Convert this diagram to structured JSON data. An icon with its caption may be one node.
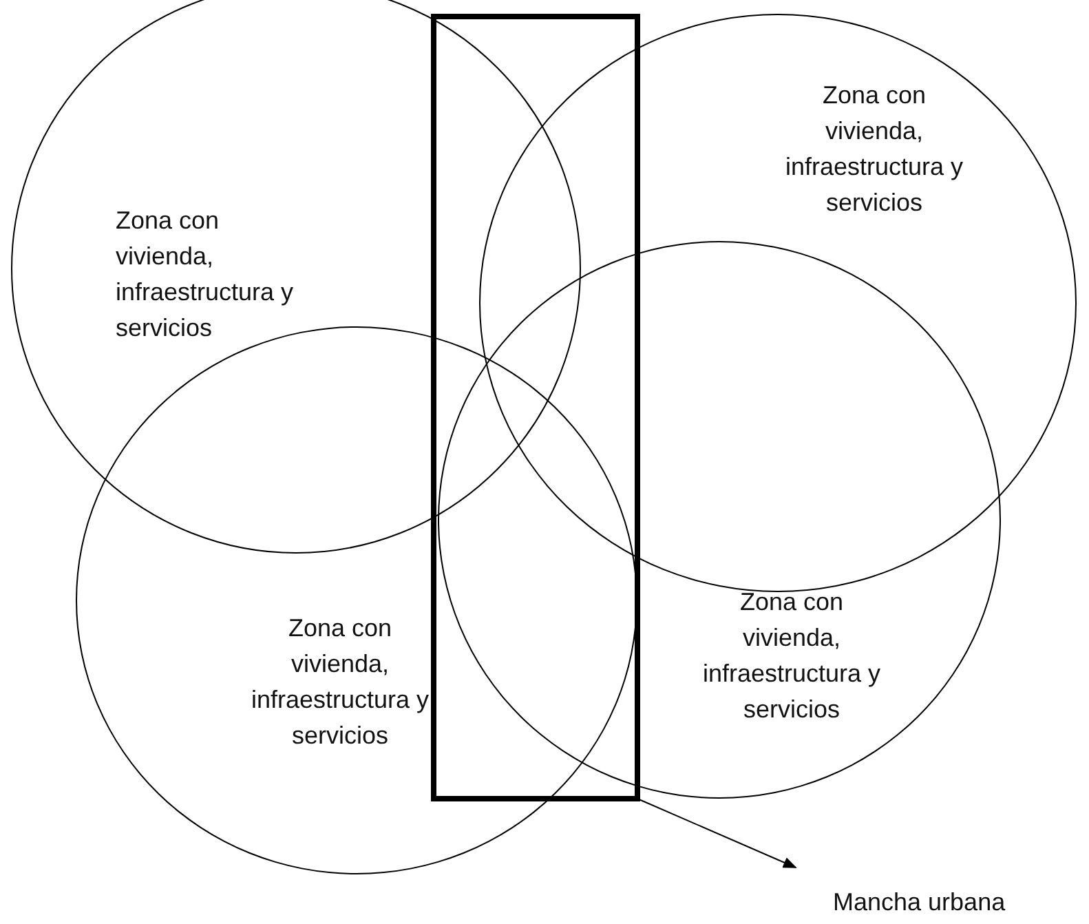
{
  "diagram": {
    "nodes": [
      {
        "text": [
          "Zona con vivienda, infraestructura y servicios"
        ]
      },
      {
        "text": [
          "Zona con vivienda, infraestructura y servicios"
        ]
      },
      {
        "text": [
          "Zona con vivienda, infraestructura y servicios"
        ]
      },
      {
        "text": [
          "Zona con vivienda, infraestructura y servicios"
        ]
      },
      {
        "text": [],
        "shape": "box"
      },
      {
        "text": [
          "Mancha urbana"
        ]
      }
    ],
    "edges": [
      {
        "from": 4,
        "to": 5,
        "arrow": "to"
      }
    ]
  }
}
